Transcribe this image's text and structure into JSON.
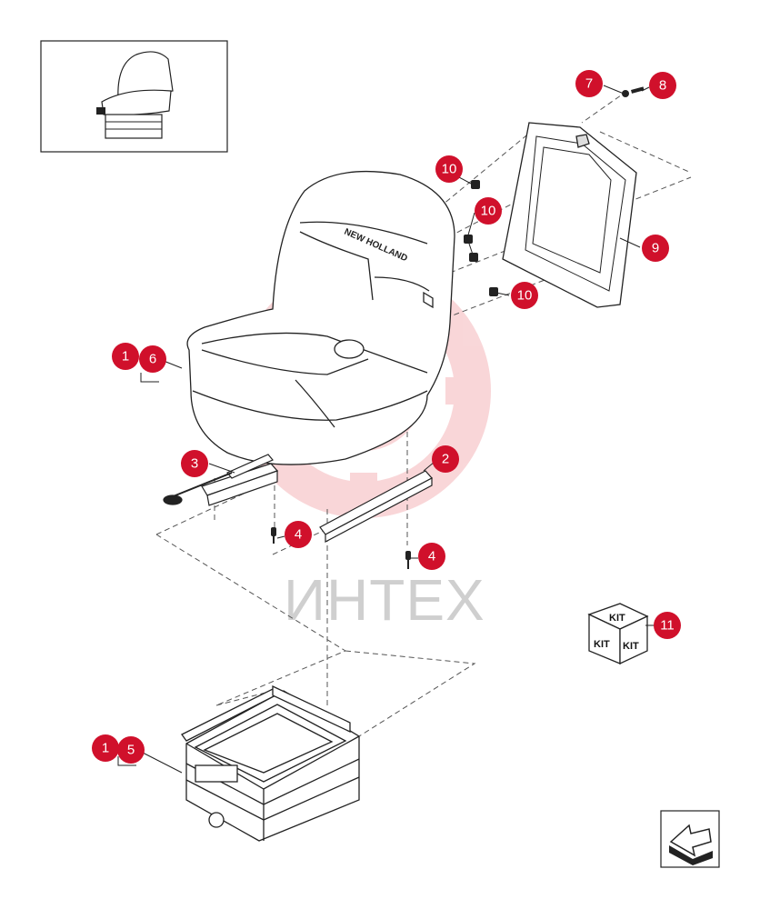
{
  "diagram": {
    "watermark_text": "ИНТЕХ",
    "brand_on_seat": "NEW HOLLAND",
    "kit_badge_text": [
      "KIT",
      "KIT",
      "KIT"
    ],
    "callouts": {
      "c1a": "1",
      "c6": "6",
      "c1b": "1",
      "c5": "5",
      "c2": "2",
      "c3": "3",
      "c4a": "4",
      "c4b": "4",
      "c7": "7",
      "c8": "8",
      "c9": "9",
      "c10a": "10",
      "c10b": "10",
      "c10c": "10",
      "c11": "11"
    }
  },
  "colors": {
    "callout_fill": "#d0102b",
    "line": "#222222",
    "dash": "#555555",
    "watermark_gear": "#f7c9cc",
    "watermark_text": "#cfcfcf"
  },
  "icons": {
    "thumbnail": "seat-thumbnail-icon",
    "nav": "return-arrow-icon"
  }
}
